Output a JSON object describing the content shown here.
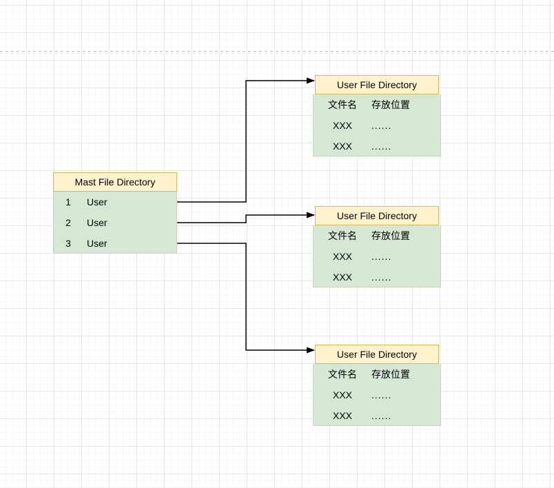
{
  "boxes": {
    "master": {
      "title": "Mast File Directory",
      "rows": [
        {
          "col1": "1",
          "col2": "User"
        },
        {
          "col1": "2",
          "col2": "User"
        },
        {
          "col1": "3",
          "col2": "User"
        }
      ]
    },
    "user_top": {
      "title": "User File Directory",
      "rows": [
        {
          "col1": "文件名",
          "col2": "存放位置"
        },
        {
          "col1": "XXX",
          "col2": "......"
        },
        {
          "col1": "XXX",
          "col2": "......"
        }
      ]
    },
    "user_middle": {
      "title": "User File Directory",
      "rows": [
        {
          "col1": "文件名",
          "col2": "存放位置"
        },
        {
          "col1": "XXX",
          "col2": "......"
        },
        {
          "col1": "XXX",
          "col2": "......"
        }
      ]
    },
    "user_bottom": {
      "title": "User File Directory",
      "rows": [
        {
          "col1": "文件名",
          "col2": "存放位置"
        },
        {
          "col1": "XXX",
          "col2": "......"
        },
        {
          "col1": "XXX",
          "col2": "......"
        }
      ]
    }
  },
  "colors": {
    "header_fill": "#FFF2CC",
    "header_border": "#D6B656",
    "body_fill": "#D5E8D4",
    "body_border": "#C9D7BD",
    "arrow": "#000000",
    "grid_major": "#E7E7E7",
    "grid_minor": "#F6F6F6",
    "page_break_line": "#B5B5B5"
  }
}
